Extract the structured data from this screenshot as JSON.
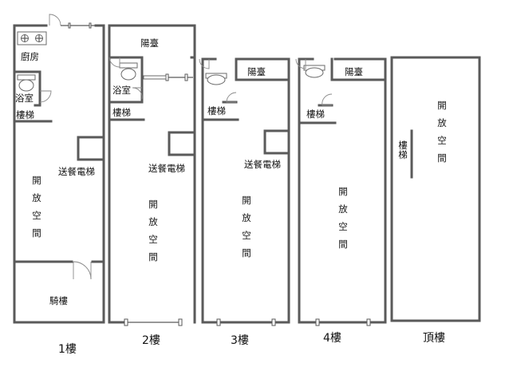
{
  "floors": [
    {
      "name": "1樓",
      "rooms": {
        "kitchen": "廚房",
        "bath": "浴室",
        "stairs": "樓梯",
        "lift": "送餐電梯",
        "open": "開放空間",
        "arcade": "騎樓"
      }
    },
    {
      "name": "2樓",
      "rooms": {
        "balcony": "陽臺",
        "bath": "浴室",
        "stairs": "樓梯",
        "lift": "送餐電梯",
        "open": "開放空間"
      }
    },
    {
      "name": "3樓",
      "rooms": {
        "balcony": "陽臺",
        "stairs": "樓梯",
        "lift": "送餐電梯",
        "open": "開放空間"
      }
    },
    {
      "name": "4樓",
      "rooms": {
        "balcony": "陽臺",
        "stairs": "樓梯",
        "open": "開放空間"
      }
    },
    {
      "name": "頂樓",
      "rooms": {
        "stairs": "樓梯",
        "open": "開放空間"
      }
    }
  ]
}
